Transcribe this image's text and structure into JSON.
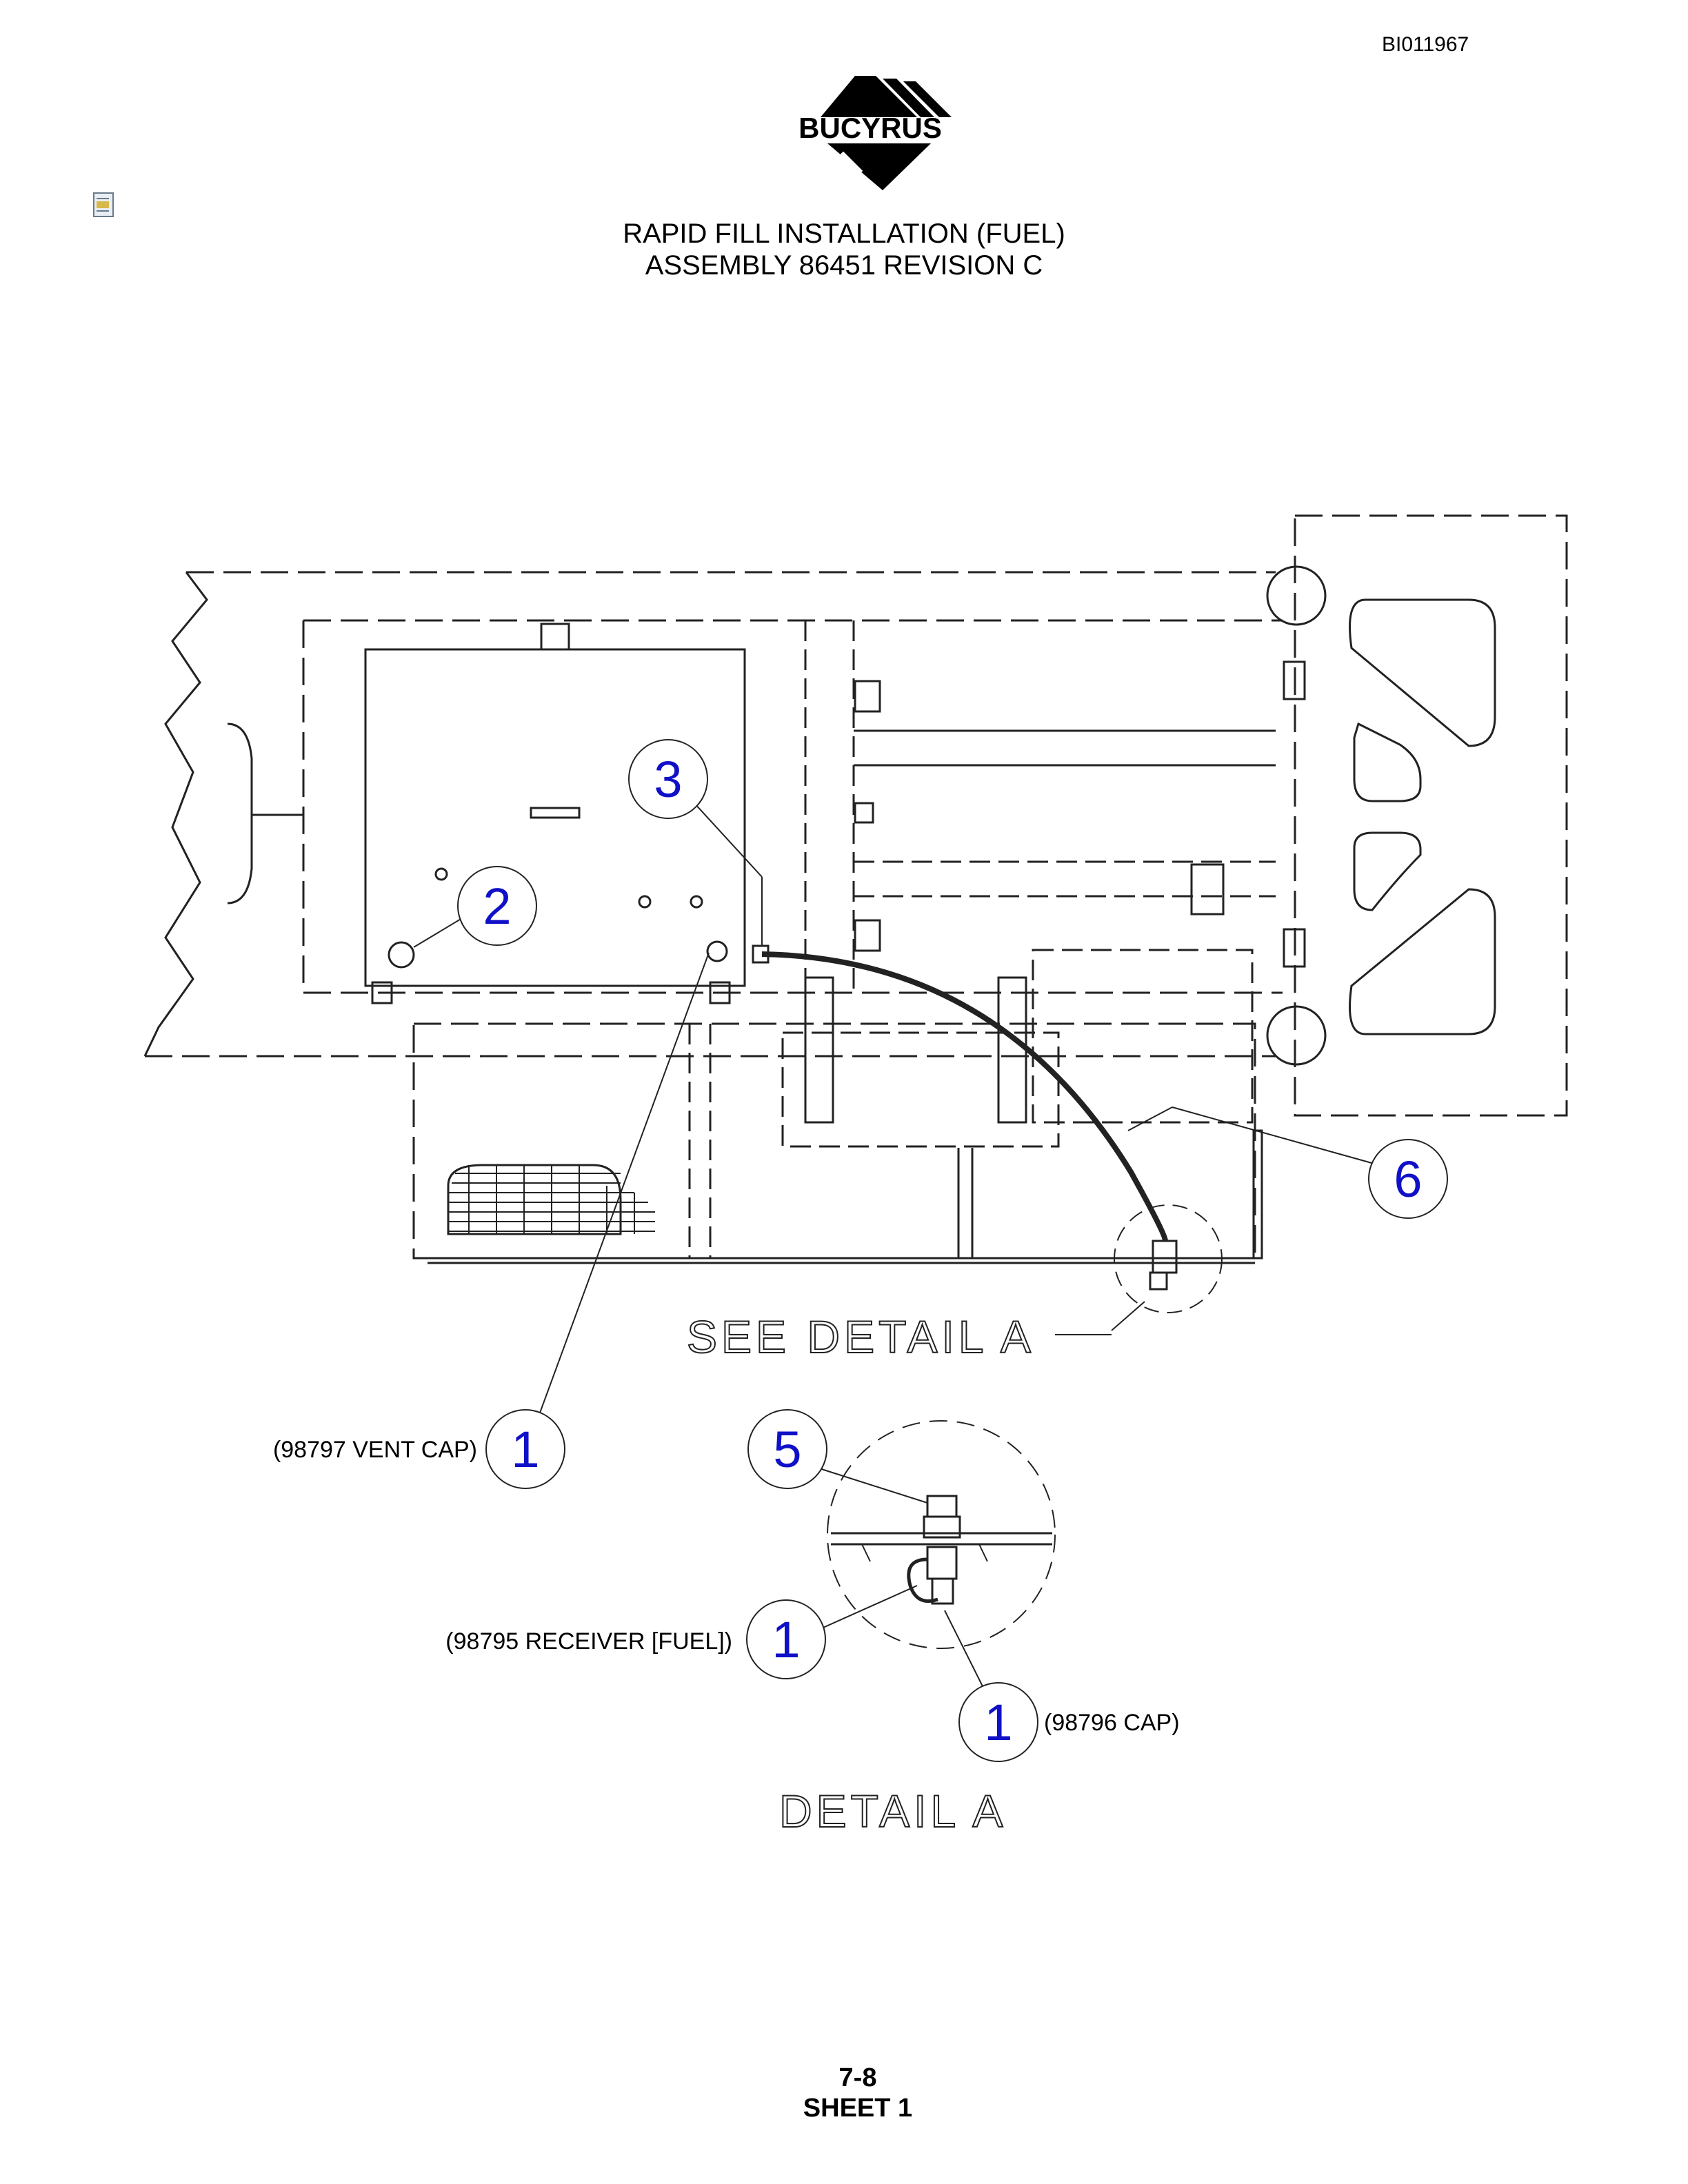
{
  "header": {
    "doc_id": "BI011967",
    "logo_text": "BUCYRUS",
    "title_line1": "RAPID FILL INSTALLATION (FUEL)",
    "title_line2": "ASSEMBLY 86451 REVISION C"
  },
  "callouts": {
    "c1a": "1",
    "c1b": "1",
    "c1c": "1",
    "c2": "2",
    "c3": "3",
    "c5": "5",
    "c6": "6"
  },
  "labels": {
    "vent_cap": "(98797 VENT CAP)",
    "receiver": "(98795 RECEIVER [FUEL])",
    "cap": "(98796 CAP)",
    "see_detail": "SEE  DETAIL  A",
    "detail": "DETAIL  A"
  },
  "footer": {
    "page": "7-8",
    "sheet": "SHEET 1"
  },
  "colors": {
    "callout_number": "#1010c8",
    "line": "#222222"
  }
}
